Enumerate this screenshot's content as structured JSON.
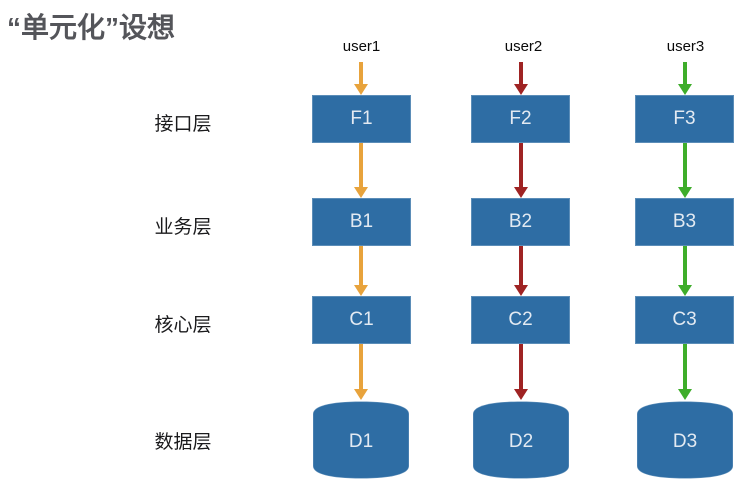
{
  "title": "“单元化”设想",
  "layers": [
    {
      "label": "接口层"
    },
    {
      "label": "业务层"
    },
    {
      "label": "核心层"
    },
    {
      "label": "数据层"
    }
  ],
  "columns": [
    {
      "user": "user1",
      "arrow_color": "#E8A33C",
      "interface": "F1",
      "business": "B1",
      "core": "C1",
      "data": "D1"
    },
    {
      "user": "user2",
      "arrow_color": "#9F2323",
      "interface": "F2",
      "business": "B2",
      "core": "C2",
      "data": "D2"
    },
    {
      "user": "user3",
      "arrow_color": "#3EAD2A",
      "interface": "F3",
      "business": "B3",
      "core": "C3",
      "data": "D3"
    }
  ],
  "colors": {
    "node_fill": "#2E6DA4",
    "node_text": "#E3EAF2",
    "title_text": "#54555A",
    "label_text": "#1B1B1D",
    "background": "#FFFFFF"
  }
}
